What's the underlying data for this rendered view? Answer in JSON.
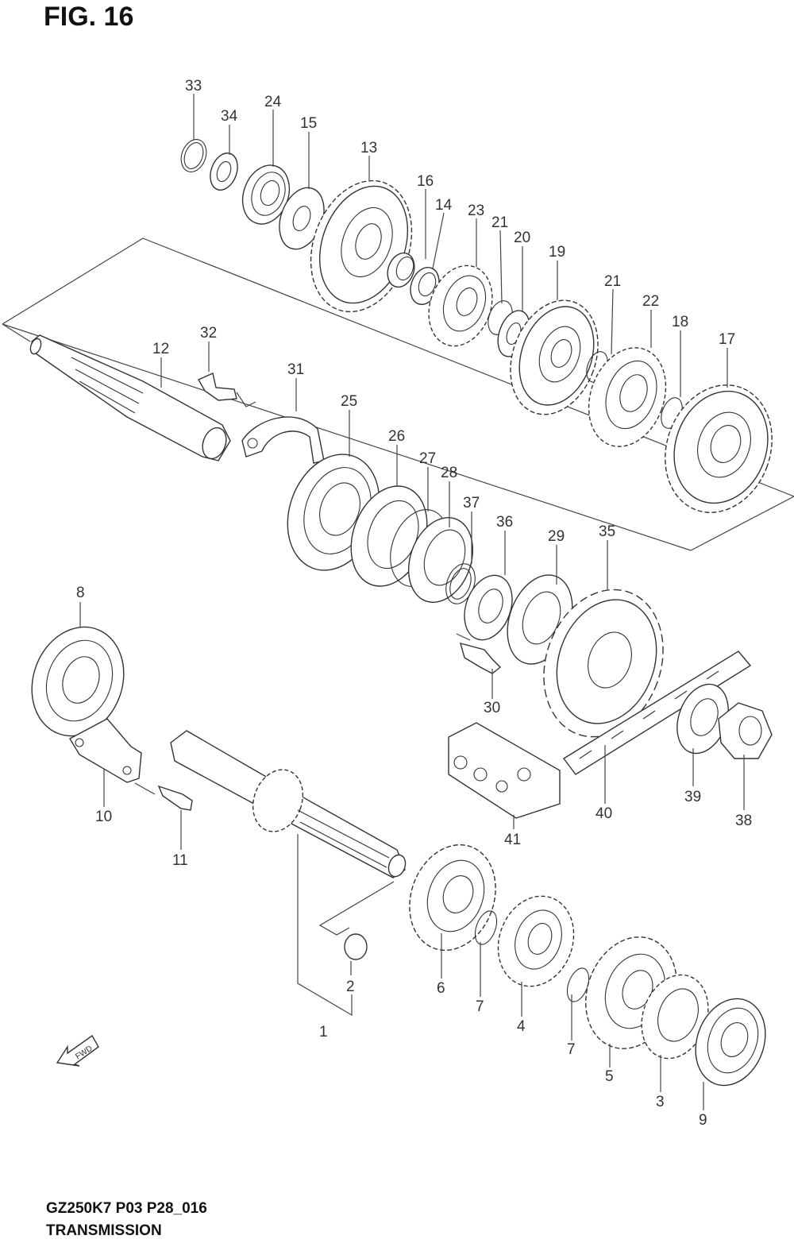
{
  "figure": {
    "title": "FIG. 16"
  },
  "caption": {
    "model": "GZ250K7 P03 P28_016",
    "name": "TRANSMISSION"
  },
  "fwd_arrow": {
    "label": "FWD",
    "icon": "fwd-arrow-icon"
  },
  "callouts": {
    "c1": "1",
    "c2": "2",
    "c3": "3",
    "c4": "4",
    "c5": "5",
    "c6": "6",
    "c7a": "7",
    "c7b": "7",
    "c8": "8",
    "c9": "9",
    "c10": "10",
    "c11": "11",
    "c12": "12",
    "c13": "13",
    "c14": "14",
    "c15": "15",
    "c16": "16",
    "c17": "17",
    "c18": "18",
    "c19": "19",
    "c20": "20",
    "c21a": "21",
    "c21b": "21",
    "c22": "22",
    "c23": "23",
    "c24": "24",
    "c25": "25",
    "c26": "26",
    "c27": "27",
    "c28": "28",
    "c29": "29",
    "c30": "30",
    "c31": "31",
    "c32": "32",
    "c33": "33",
    "c34": "34",
    "c35": "35",
    "c36": "36",
    "c37": "37",
    "c38": "38",
    "c39": "39",
    "c40": "40",
    "c41": "41"
  }
}
